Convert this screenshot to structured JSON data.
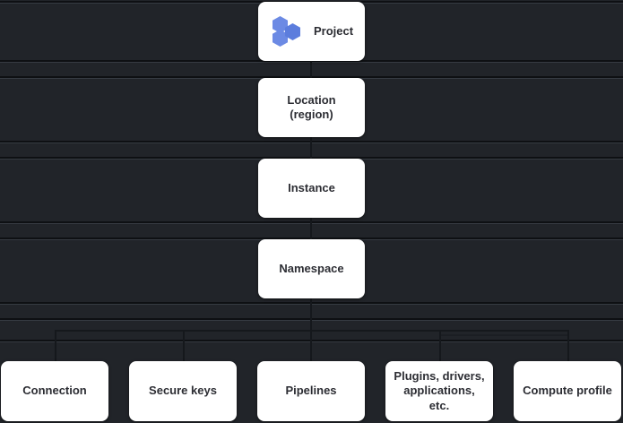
{
  "diagram": {
    "type": "hierarchy-tree",
    "background_color": "#212429",
    "node_color": "#ffffff",
    "node_text_color": "#2c2d33",
    "accent_color": "#6c8ae4",
    "hierarchy": {
      "root": {
        "label": "Project",
        "icon": "hexagon-cluster-icon"
      },
      "levels": [
        {
          "label": "Location\n(region)",
          "line1": "Location",
          "line2": "(region)"
        },
        {
          "label": "Instance"
        },
        {
          "label": "Namespace"
        }
      ],
      "children": [
        {
          "label": "Connection"
        },
        {
          "label": "Secure keys"
        },
        {
          "label": "Pipelines"
        },
        {
          "label": "Plugins, drivers,\napplications, etc.",
          "line1": "Plugins, drivers,",
          "line2": "applications, etc."
        },
        {
          "label": "Compute profile"
        }
      ]
    }
  }
}
